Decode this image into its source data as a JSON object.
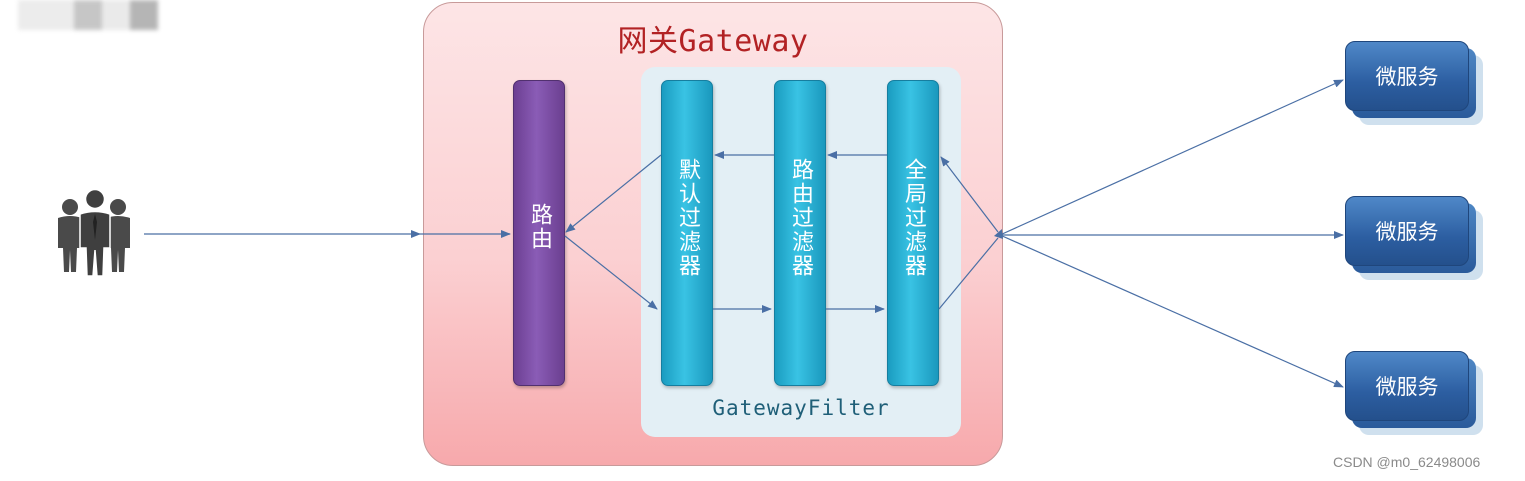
{
  "gateway": {
    "title": "网关Gateway",
    "router_label": "路由",
    "filter_group_label": "GatewayFilter",
    "filters": [
      {
        "label": "默认过滤器"
      },
      {
        "label": "路由过滤器"
      },
      {
        "label": "全局过滤器"
      }
    ]
  },
  "services": [
    {
      "label": "微服务"
    },
    {
      "label": "微服务"
    },
    {
      "label": "微服务"
    }
  ],
  "client": {
    "icon": "users-icon"
  },
  "watermark": "CSDN @m0_62498006",
  "colors": {
    "gateway_title": "#b22224",
    "router_bar": "#7a4ba3",
    "filter_bar": "#2bb3d8",
    "service_box": "#3a70b2",
    "arrow": "#4a6fa5"
  }
}
